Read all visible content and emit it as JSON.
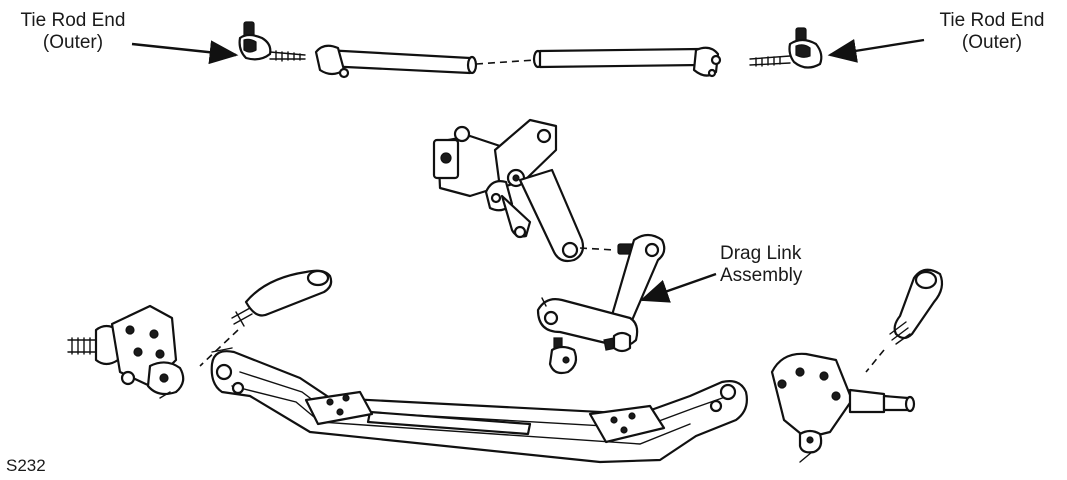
{
  "labels": {
    "tie_rod_left_line1": "Tie Rod End",
    "tie_rod_left_line2": "(Outer)",
    "tie_rod_right_line1": "Tie Rod End",
    "tie_rod_right_line2": "(Outer)",
    "drag_link_line1": "Drag Link",
    "drag_link_line2": "Assembly",
    "figure_code": "S232"
  }
}
